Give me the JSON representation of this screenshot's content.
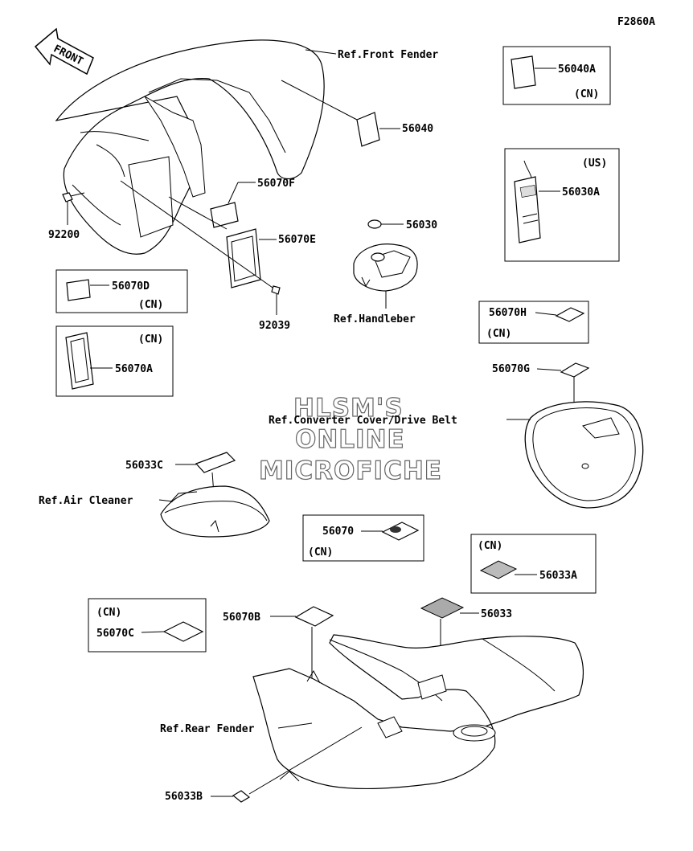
{
  "figure_code": "F2860A",
  "front_arrow": "FRONT",
  "watermark": [
    "HLSM'S",
    "ONLINE",
    "MICROFICHE"
  ],
  "references": {
    "front_fender": "Ref.Front Fender",
    "handlebar": "Ref.Handleber",
    "converter": "Ref.Converter Cover/Drive Belt",
    "air_cleaner": "Ref.Air Cleaner",
    "rear_fender": "Ref.Rear Fender"
  },
  "parts": {
    "p56040": "56040",
    "p56040A": "56040A",
    "p56030": "56030",
    "p56030A": "56030A",
    "p56070F": "56070F",
    "p56070E": "56070E",
    "p92200": "92200",
    "p92039": "92039",
    "p56070D": "56070D",
    "p56070A": "56070A",
    "p56070H": "56070H",
    "p56070G": "56070G",
    "p56033C": "56033C",
    "p56070": "56070",
    "p56033A": "56033A",
    "p56070C": "56070C",
    "p56070B": "56070B",
    "p56033": "56033",
    "p56033B": "56033B"
  },
  "region_tags": {
    "cn": "(CN)",
    "us": "(US)"
  }
}
